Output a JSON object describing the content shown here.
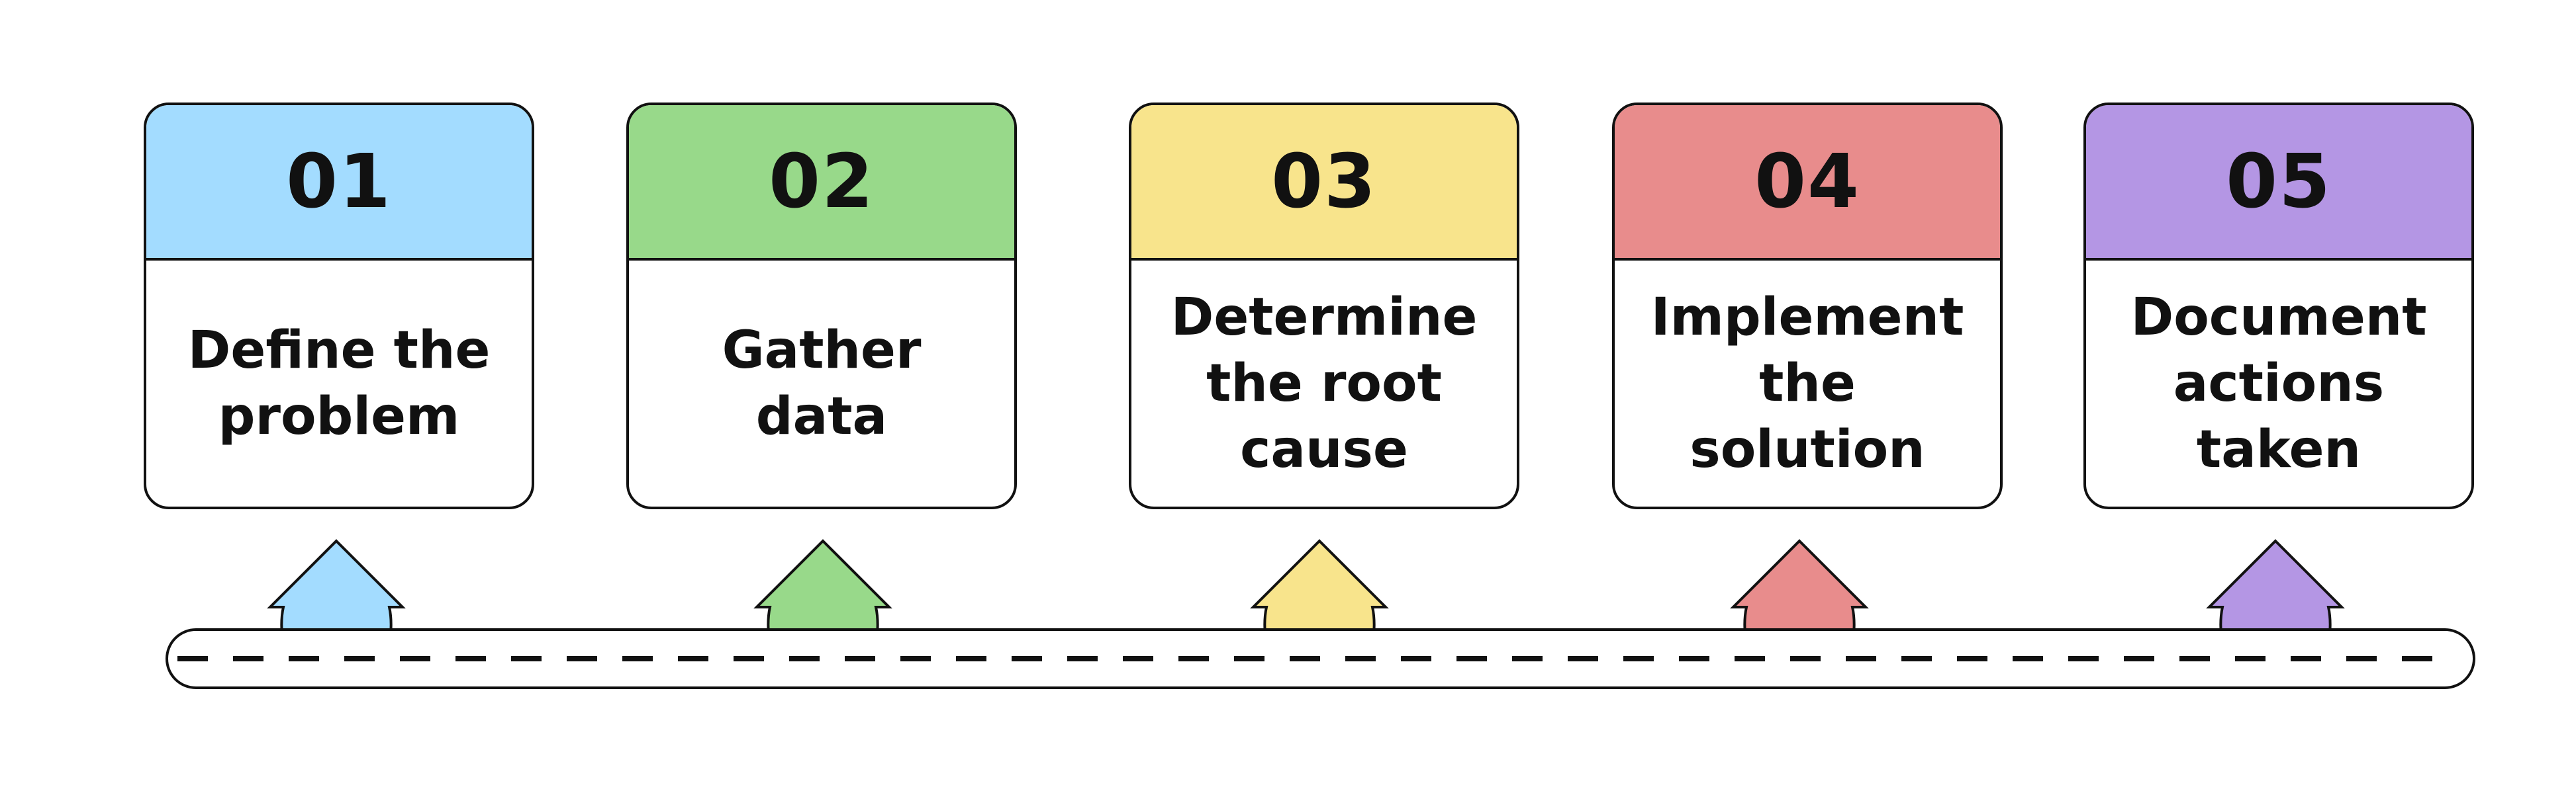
{
  "steps": [
    {
      "number": "01",
      "label": "Define the\nproblem",
      "color": "#a3dcff"
    },
    {
      "number": "02",
      "label": "Gather\ndata",
      "color": "#98d98a"
    },
    {
      "number": "03",
      "label": "Determine\nthe root\ncause",
      "color": "#f8e48c"
    },
    {
      "number": "04",
      "label": "Implement\nthe solution",
      "color": "#e88c8c"
    },
    {
      "number": "05",
      "label": "Document\nactions taken",
      "color": "#b496e4"
    }
  ],
  "colors": {
    "outline": "#111111",
    "background": "#ffffff"
  }
}
